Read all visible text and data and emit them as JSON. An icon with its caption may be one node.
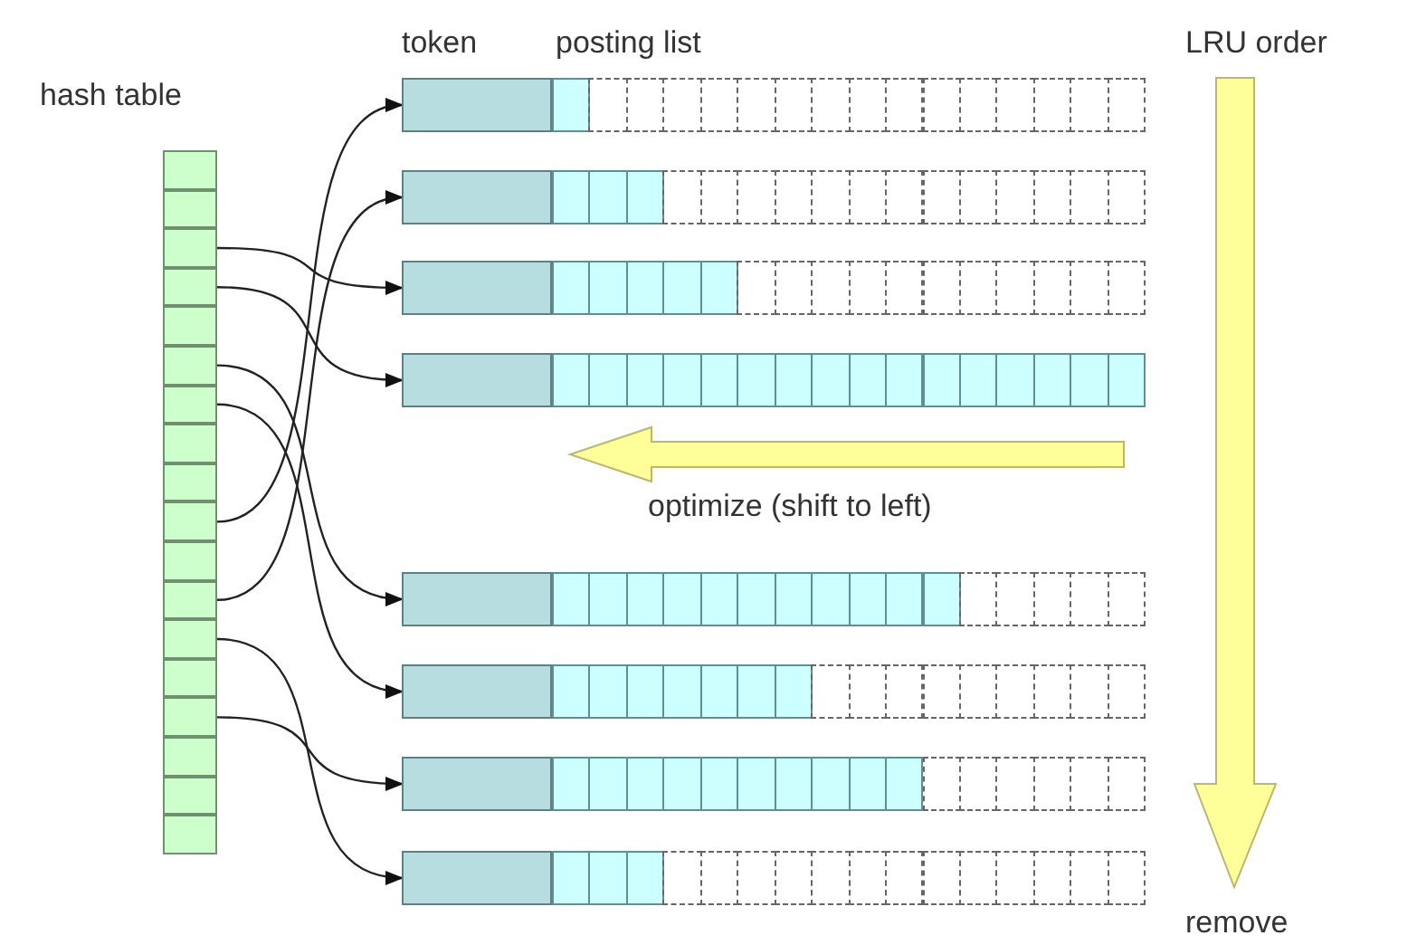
{
  "diagram": {
    "nodes": [
      {
        "text": [
          "hash table"
        ]
      },
      {
        "text": [],
        "shape": "box",
        "in": 0
      },
      {
        "text": [],
        "shape": "box",
        "in": 0
      },
      {
        "text": [],
        "shape": "box",
        "in": 0
      },
      {
        "text": [],
        "shape": "box",
        "in": 0
      },
      {
        "text": [],
        "shape": "box",
        "in": 0
      },
      {
        "text": [],
        "shape": "box",
        "in": 0
      },
      {
        "text": [],
        "shape": "box",
        "in": 0
      },
      {
        "text": [],
        "shape": "box",
        "in": 0
      },
      {
        "text": [],
        "shape": "box",
        "in": 0
      },
      {
        "text": [],
        "shape": "box",
        "in": 0
      },
      {
        "text": [],
        "shape": "box",
        "in": 0
      },
      {
        "text": [],
        "shape": "box",
        "in": 0
      },
      {
        "text": [],
        "shape": "box",
        "in": 0
      },
      {
        "text": [],
        "shape": "box",
        "in": 0
      },
      {
        "text": [],
        "shape": "box",
        "in": 0
      },
      {
        "text": [],
        "shape": "box",
        "in": 0
      },
      {
        "text": [],
        "shape": "box",
        "in": 0
      },
      {
        "text": [],
        "shape": "box",
        "in": 0
      },
      {
        "text": [],
        "shape": "box"
      },
      {
        "text": [],
        "shape": "box"
      },
      {
        "text": [],
        "shape": "box"
      },
      {
        "text": [],
        "shape": "box"
      },
      {
        "text": [],
        "shape": "box"
      },
      {
        "text": [],
        "shape": "box"
      },
      {
        "text": [],
        "shape": "box"
      },
      {
        "text": [],
        "shape": "box"
      }
    ],
    "edges": [
      {
        "from": 3,
        "to": 21,
        "arrow": "to"
      },
      {
        "from": 4,
        "to": 22,
        "arrow": "to"
      },
      {
        "from": 6,
        "to": 23,
        "arrow": "to"
      },
      {
        "from": 7,
        "to": 24,
        "arrow": "to"
      },
      {
        "from": 10,
        "to": 19,
        "arrow": "to"
      },
      {
        "from": 12,
        "to": 20,
        "arrow": "to"
      },
      {
        "from": 13,
        "to": 26,
        "arrow": "to"
      },
      {
        "from": 15,
        "to": 25,
        "arrow": "to"
      }
    ],
    "labels": [
      "token",
      "posting list",
      "LRU order",
      "optimize (shift to left)",
      "remove"
    ]
  }
}
